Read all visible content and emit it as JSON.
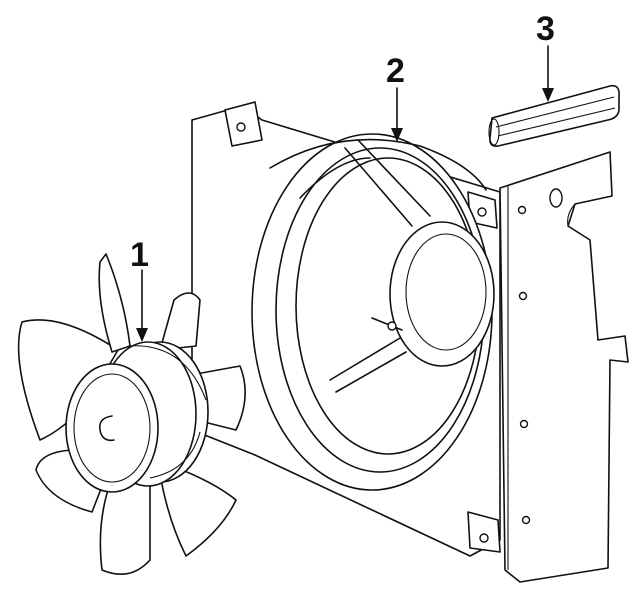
{
  "diagram": {
    "callouts": [
      {
        "id": "fan",
        "label": "1"
      },
      {
        "id": "shroud",
        "label": "2"
      },
      {
        "id": "seal",
        "label": "3"
      }
    ],
    "colors": {
      "line": "#111111",
      "background": "#ffffff"
    }
  }
}
